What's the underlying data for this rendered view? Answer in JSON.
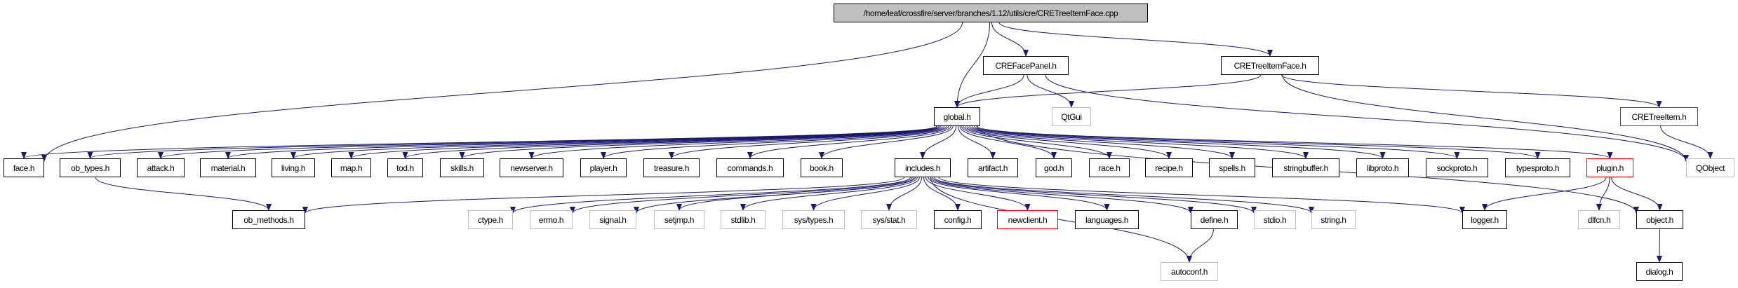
{
  "graph": {
    "edge_color": "#191970",
    "border_colors": {
      "documented": "#000000",
      "external": "#bfbfbf",
      "truncated": "#ff0000",
      "root_fill": "#bfbfbf"
    },
    "nodes": [
      {
        "id": "root",
        "label": "/home/leaf/crossfire/server/branches/1.12/utils/cre/CRETreeItemFace.cpp",
        "kind": "root"
      },
      {
        "id": "CREFacePanel",
        "label": "CREFacePanel.h",
        "kind": "documented"
      },
      {
        "id": "CRETreeItemFace",
        "label": "CRETreeItemFace.h",
        "kind": "documented"
      },
      {
        "id": "global",
        "label": "global.h",
        "kind": "documented"
      },
      {
        "id": "QtGui",
        "label": "QtGui",
        "kind": "external"
      },
      {
        "id": "CRETreeItem",
        "label": "CRETreeItem.h",
        "kind": "truncated"
      },
      {
        "id": "face",
        "label": "face.h",
        "kind": "documented"
      },
      {
        "id": "ob_types",
        "label": "ob_types.h",
        "kind": "documented"
      },
      {
        "id": "attack",
        "label": "attack.h",
        "kind": "documented"
      },
      {
        "id": "material",
        "label": "material.h",
        "kind": "documented"
      },
      {
        "id": "living",
        "label": "living.h",
        "kind": "documented"
      },
      {
        "id": "map",
        "label": "map.h",
        "kind": "documented"
      },
      {
        "id": "tod",
        "label": "tod.h",
        "kind": "documented"
      },
      {
        "id": "skills",
        "label": "skills.h",
        "kind": "documented"
      },
      {
        "id": "newserver",
        "label": "newserver.h",
        "kind": "documented"
      },
      {
        "id": "player",
        "label": "player.h",
        "kind": "documented"
      },
      {
        "id": "treasure",
        "label": "treasure.h",
        "kind": "documented"
      },
      {
        "id": "commands",
        "label": "commands.h",
        "kind": "documented"
      },
      {
        "id": "book",
        "label": "book.h",
        "kind": "documented"
      },
      {
        "id": "includes",
        "label": "includes.h",
        "kind": "documented"
      },
      {
        "id": "artifact",
        "label": "artifact.h",
        "kind": "documented"
      },
      {
        "id": "god",
        "label": "god.h",
        "kind": "documented"
      },
      {
        "id": "race",
        "label": "race.h",
        "kind": "documented"
      },
      {
        "id": "recipe",
        "label": "recipe.h",
        "kind": "documented"
      },
      {
        "id": "spells",
        "label": "spells.h",
        "kind": "documented"
      },
      {
        "id": "stringbuffer",
        "label": "stringbuffer.h",
        "kind": "documented"
      },
      {
        "id": "libproto",
        "label": "libproto.h",
        "kind": "documented"
      },
      {
        "id": "sockproto",
        "label": "sockproto.h",
        "kind": "documented"
      },
      {
        "id": "typesproto",
        "label": "typesproto.h",
        "kind": "documented"
      },
      {
        "id": "plugin",
        "label": "plugin.h",
        "kind": "truncated"
      },
      {
        "id": "QObject",
        "label": "QObject",
        "kind": "external"
      },
      {
        "id": "ob_methods",
        "label": "ob_methods.h",
        "kind": "documented"
      },
      {
        "id": "ctype",
        "label": "ctype.h",
        "kind": "external"
      },
      {
        "id": "errno",
        "label": "errno.h",
        "kind": "external"
      },
      {
        "id": "signal",
        "label": "signal.h",
        "kind": "external"
      },
      {
        "id": "setjmp",
        "label": "setjmp.h",
        "kind": "external"
      },
      {
        "id": "stdlib",
        "label": "stdlib.h",
        "kind": "external"
      },
      {
        "id": "systypes",
        "label": "sys/types.h",
        "kind": "external"
      },
      {
        "id": "sysstat",
        "label": "sys/stat.h",
        "kind": "external"
      },
      {
        "id": "config",
        "label": "config.h",
        "kind": "documented"
      },
      {
        "id": "newclient",
        "label": "newclient.h",
        "kind": "truncated"
      },
      {
        "id": "languages",
        "label": "languages.h",
        "kind": "documented"
      },
      {
        "id": "define",
        "label": "define.h",
        "kind": "documented"
      },
      {
        "id": "stdio",
        "label": "stdio.h",
        "kind": "external"
      },
      {
        "id": "string",
        "label": "string.h",
        "kind": "external"
      },
      {
        "id": "logger",
        "label": "logger.h",
        "kind": "documented"
      },
      {
        "id": "dlfcn",
        "label": "dlfcn.h",
        "kind": "external"
      },
      {
        "id": "object",
        "label": "object.h",
        "kind": "documented"
      },
      {
        "id": "autoconf",
        "label": "autoconf.h",
        "kind": "external"
      },
      {
        "id": "dialog",
        "label": "dialog.h",
        "kind": "documented"
      }
    ],
    "edges": [
      [
        "root",
        "face"
      ],
      [
        "root",
        "global"
      ],
      [
        "root",
        "CREFacePanel"
      ],
      [
        "root",
        "CRETreeItemFace"
      ],
      [
        "CREFacePanel",
        "global"
      ],
      [
        "CREFacePanel",
        "QtGui"
      ],
      [
        "CREFacePanel",
        "QObject"
      ],
      [
        "CRETreeItemFace",
        "global"
      ],
      [
        "CRETreeItemFace",
        "CRETreeItem"
      ],
      [
        "CRETreeItemFace",
        "QObject"
      ],
      [
        "CRETreeItem",
        "QObject"
      ],
      [
        "global",
        "face"
      ],
      [
        "global",
        "ob_types"
      ],
      [
        "global",
        "attack"
      ],
      [
        "global",
        "material"
      ],
      [
        "global",
        "living"
      ],
      [
        "global",
        "map"
      ],
      [
        "global",
        "tod"
      ],
      [
        "global",
        "skills"
      ],
      [
        "global",
        "newserver"
      ],
      [
        "global",
        "player"
      ],
      [
        "global",
        "treasure"
      ],
      [
        "global",
        "commands"
      ],
      [
        "global",
        "book"
      ],
      [
        "global",
        "includes"
      ],
      [
        "global",
        "artifact"
      ],
      [
        "global",
        "god"
      ],
      [
        "global",
        "race"
      ],
      [
        "global",
        "recipe"
      ],
      [
        "global",
        "spells"
      ],
      [
        "global",
        "stringbuffer"
      ],
      [
        "global",
        "libproto"
      ],
      [
        "global",
        "sockproto"
      ],
      [
        "global",
        "typesproto"
      ],
      [
        "global",
        "plugin"
      ],
      [
        "global",
        "object"
      ],
      [
        "ob_types",
        "ob_methods"
      ],
      [
        "includes",
        "ob_methods"
      ],
      [
        "includes",
        "ctype"
      ],
      [
        "includes",
        "errno"
      ],
      [
        "includes",
        "signal"
      ],
      [
        "includes",
        "setjmp"
      ],
      [
        "includes",
        "stdlib"
      ],
      [
        "includes",
        "systypes"
      ],
      [
        "includes",
        "sysstat"
      ],
      [
        "includes",
        "config"
      ],
      [
        "includes",
        "newclient"
      ],
      [
        "includes",
        "languages"
      ],
      [
        "includes",
        "define"
      ],
      [
        "includes",
        "stdio"
      ],
      [
        "includes",
        "string"
      ],
      [
        "includes",
        "logger"
      ],
      [
        "includes",
        "autoconf"
      ],
      [
        "define",
        "autoconf"
      ],
      [
        "plugin",
        "logger"
      ],
      [
        "plugin",
        "dlfcn"
      ],
      [
        "plugin",
        "object"
      ],
      [
        "object",
        "dialog"
      ]
    ]
  }
}
